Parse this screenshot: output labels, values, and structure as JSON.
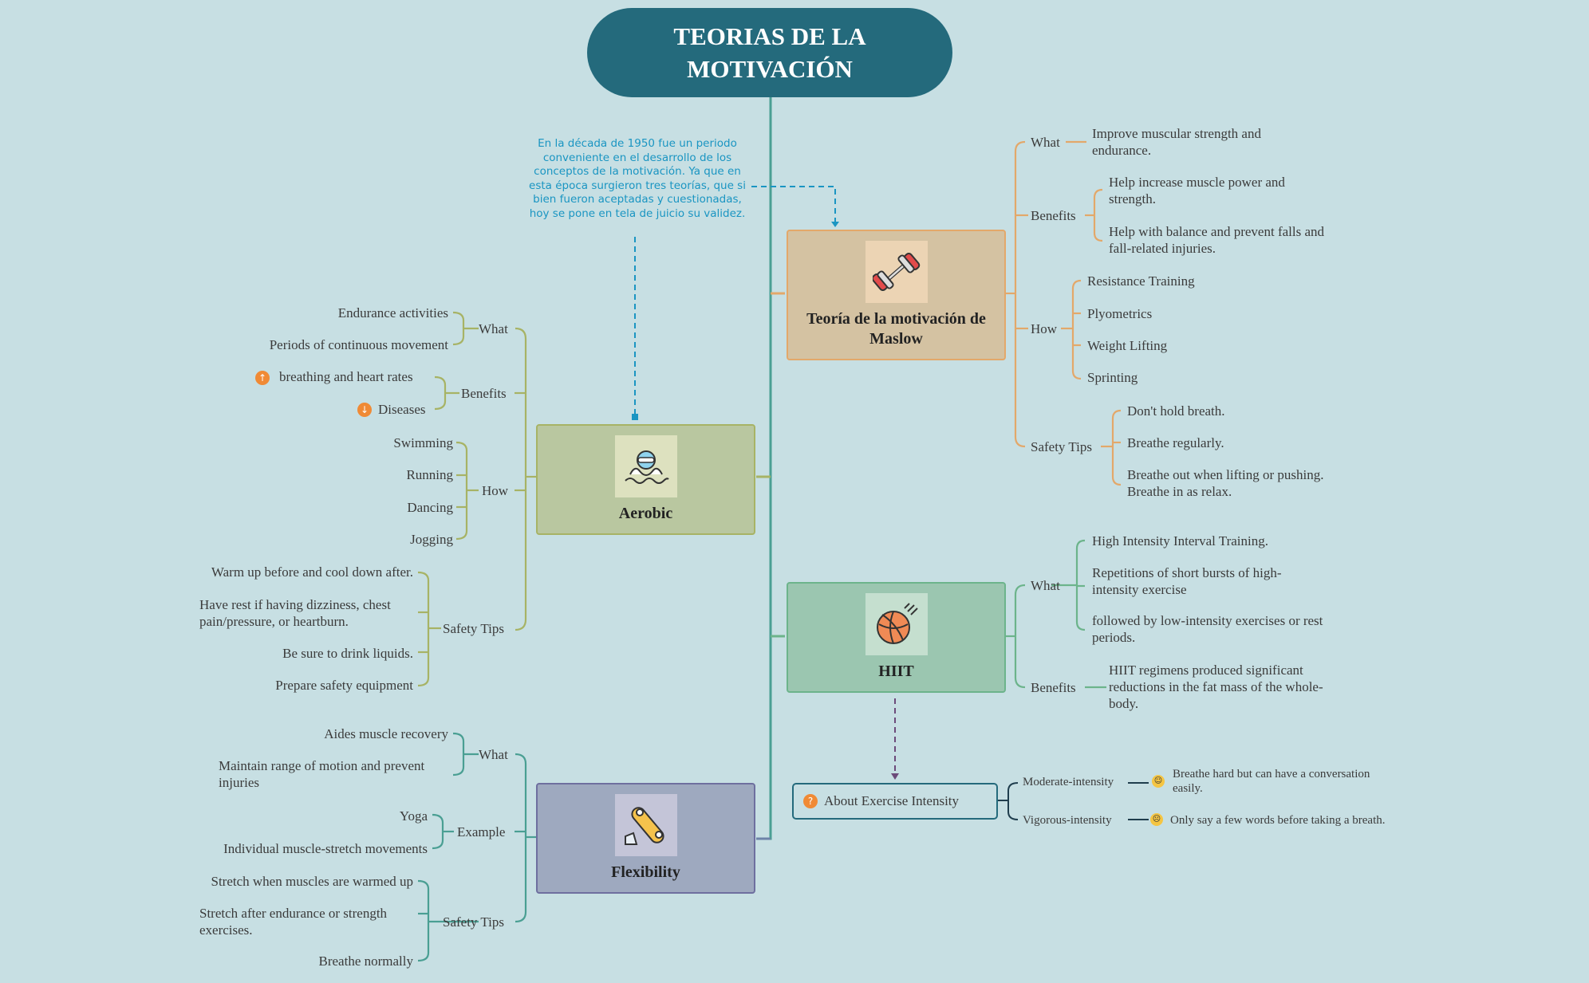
{
  "root": {
    "title": "TEORIAS DE LA MOTIVACIÓN"
  },
  "note": "En la década de 1950 fue un periodo conveniente en el desarrollo de los conceptos de la motivación. Ya que en esta época surgieron tres teorías, que si bien fueron aceptadas y cuestionadas, hoy se pone en tela de juicio su validez.",
  "colors": {
    "background": "#c7dfe3",
    "root": "#246a7c",
    "maslow": "#e3a86a",
    "aerobic": "#a7b365",
    "hiit": "#6cb48b",
    "flexibility": "#4a9f93",
    "intensity": "#246a7c"
  },
  "maslow": {
    "title": "Teoría de la motivación de Maslow",
    "icon": "dumbbell-icon",
    "what_label": "What",
    "what": [
      "Improve muscular strength and endurance."
    ],
    "benefits_label": "Benefits",
    "benefits": [
      "Help increase muscle power and strength.",
      "Help with balance and prevent falls and fall-related injuries."
    ],
    "how_label": "How",
    "how": [
      "Resistance Training",
      "Plyometrics",
      "Weight Lifting",
      "Sprinting"
    ],
    "safety_label": "Safety Tips",
    "safety": [
      "Don't hold breath.",
      "Breathe regularly.",
      "Breathe out when lifting or pushing. Breathe in as relax."
    ]
  },
  "aerobic": {
    "title": "Aerobic",
    "icon": "swimmer-icon",
    "what_label": "What",
    "what": [
      "Endurance activities",
      "Periods of continuous movement"
    ],
    "benefits_label": "Benefits",
    "benefits": [
      "breathing and heart rates",
      "Diseases"
    ],
    "benefit_icons": [
      "arrow-up-icon",
      "arrow-down-icon"
    ],
    "how_label": "How",
    "how": [
      "Swimming",
      "Running",
      "Dancing",
      "Jogging"
    ],
    "safety_label": "Safety Tips",
    "safety": [
      "Warm up before and cool down after.",
      "Have rest if having dizziness, chest pain/pressure, or heartburn.",
      "Be sure to drink liquids.",
      "Prepare safety equipment"
    ]
  },
  "hiit": {
    "title": "HIIT",
    "icon": "basketball-icon",
    "what_label": "What",
    "what": [
      "High Intensity Interval Training.",
      "Repetitions of short bursts of high-intensity exercise",
      " followed by low-intensity exercises or rest periods."
    ],
    "benefits_label": "Benefits",
    "benefits": [
      "HIIT regimens produced significant reductions in the fat mass of the whole-body."
    ]
  },
  "flexibility": {
    "title": "Flexibility",
    "icon": "skateboard-icon",
    "what_label": "What",
    "what": [
      "Aides muscle recovery",
      "Maintain range of motion and prevent injuries"
    ],
    "example_label": "Example",
    "example": [
      "Yoga",
      "Individual muscle-stretch movements"
    ],
    "safety_label": "Safety Tips",
    "safety": [
      "Stretch when muscles are warmed up",
      "Stretch after endurance or strength exercises.",
      "Breathe normally"
    ]
  },
  "intensity": {
    "title": "About Exercise Intensity",
    "icon": "question-icon",
    "items": [
      {
        "label": "Moderate-intensity",
        "desc": "Breathe hard but can have a conversation easily.",
        "icon": "smile-emoji-icon"
      },
      {
        "label": "Vigorous-intensity",
        "desc": "Only say a few words before taking a breath.",
        "icon": "tired-emoji-icon"
      }
    ]
  }
}
